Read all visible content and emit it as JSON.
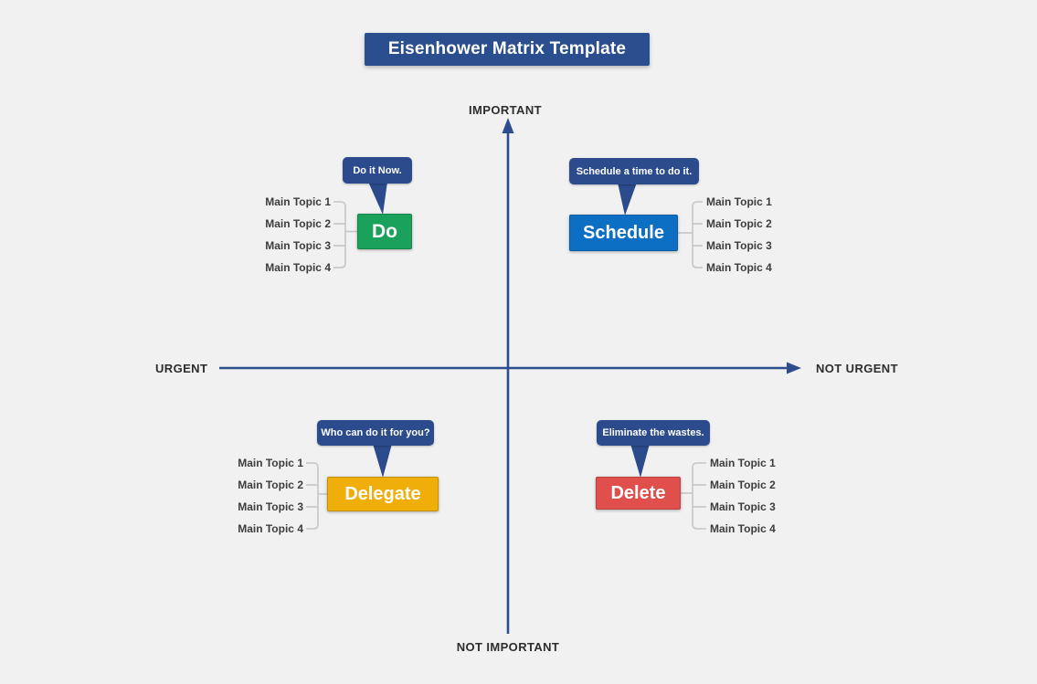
{
  "title": "Eisenhower Matrix Template",
  "axes": {
    "top": "IMPORTANT",
    "bottom": "NOT IMPORTANT",
    "left": "URGENT",
    "right": "NOT URGENT"
  },
  "quadrants": {
    "do": {
      "label": "Do",
      "callout": "Do it Now.",
      "topics": [
        "Main Topic 1",
        "Main Topic 2",
        "Main Topic 3",
        "Main Topic 4"
      ]
    },
    "schedule": {
      "label": "Schedule",
      "callout": "Schedule a time to do it.",
      "topics": [
        "Main Topic 1",
        "Main Topic 2",
        "Main Topic 3",
        "Main Topic 4"
      ]
    },
    "delegate": {
      "label": "Delegate",
      "callout": "Who can do it for you?",
      "topics": [
        "Main Topic 1",
        "Main Topic 2",
        "Main Topic 3",
        "Main Topic 4"
      ]
    },
    "delete": {
      "label": "Delete",
      "callout": "Eliminate the wastes.",
      "topics": [
        "Main Topic 1",
        "Main Topic 2",
        "Main Topic 3",
        "Main Topic 4"
      ]
    }
  },
  "colors": {
    "background": "#f1f1f1",
    "axis": "#2e4d8f",
    "callout": "#2b4b8c",
    "title_bg": "#2b4e8e",
    "do": "#1aa15c",
    "schedule": "#0d6fc4",
    "delegate": "#efae09",
    "delete": "#e04f4c",
    "connector": "#c6c6c6"
  }
}
